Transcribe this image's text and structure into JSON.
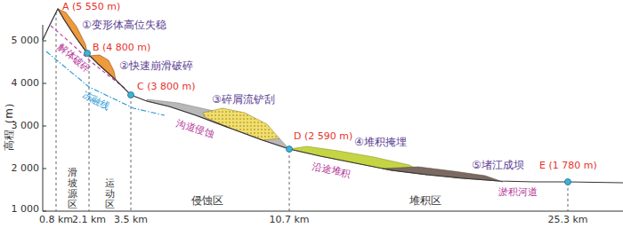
{
  "diagram": {
    "labels": [
      "A (5 550 m)",
      "①变形体高位失稳",
      "B (4 800 m)",
      "解体破碎",
      "冻融线",
      "②快速崩滑破碎",
      "C (3 800 m)",
      "③碎屑流铲刮",
      "沟道侵蚀",
      "D (2 590 m)",
      "④堆积掩埋",
      "沿途堆积",
      "⑤堵江成坝",
      "E (1 780 m)",
      "淤积河道",
      "高程（m）",
      "5 000",
      "4 000",
      "3 000",
      "2 000",
      "1 000",
      "滑坡源区",
      "运动区",
      "侵蚀区",
      "堆积区",
      "0.8 km",
      "2.1 km",
      "3.5 km",
      "10.7 km",
      "25.3 km"
    ]
  }
}
